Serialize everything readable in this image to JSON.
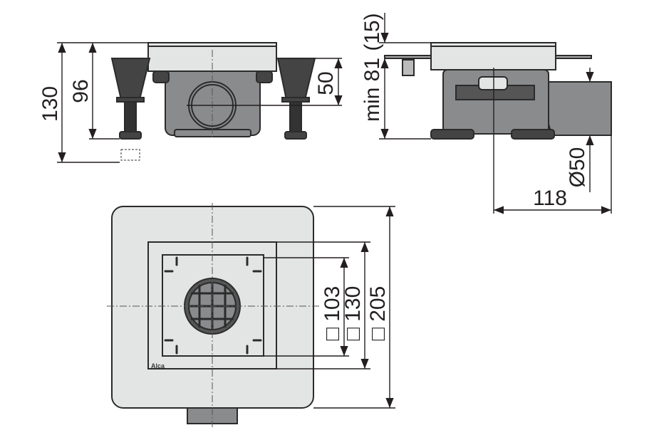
{
  "title": "Floor drain technical drawing",
  "front_view": {
    "dim_total": "130",
    "dim_grate": "96",
    "dim_outlet": "50"
  },
  "side_view": {
    "dim_min": "min 81",
    "dim_tile": "(15)",
    "dim_pipe": "Ø50",
    "dim_length": "118"
  },
  "top_view": {
    "dim_inner": "□ 103",
    "dim_frame": "□ 130",
    "dim_outer": "□ 205",
    "logo": "Alca"
  },
  "colors": {
    "line": "#231f20",
    "light_gray": "#e3e4e4",
    "mid_gray": "#8a8b8d",
    "dark_gray": "#444"
  }
}
